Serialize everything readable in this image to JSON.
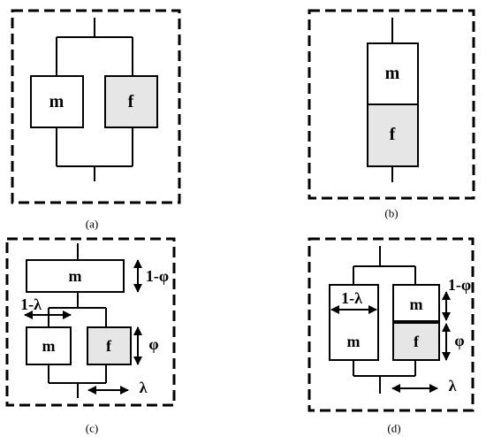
{
  "panels": {
    "a": {
      "caption": "(a)",
      "matrix_label": "m",
      "fiber_label": "f"
    },
    "b": {
      "caption": "(b)",
      "matrix_label": "m",
      "fiber_label": "f"
    },
    "c": {
      "caption": "(c)",
      "top_matrix_label": "m",
      "top_fraction_label": "1-φ",
      "lambda_complement_label": "1-λ",
      "matrix_label": "m",
      "fiber_label": "f",
      "phi_label": "φ",
      "lambda_label": "λ"
    },
    "d": {
      "caption": "(d)",
      "lambda_complement_label": "1-λ",
      "matrix_left_label": "m",
      "matrix_right_label": "m",
      "fiber_label": "f",
      "top_fraction_label": "1-φ",
      "phi_label": "φ",
      "lambda_label": "λ"
    }
  },
  "colors": {
    "matrix_fill": "#ffffff",
    "fiber_fill": "#e6e6e6",
    "line": "#000000"
  }
}
